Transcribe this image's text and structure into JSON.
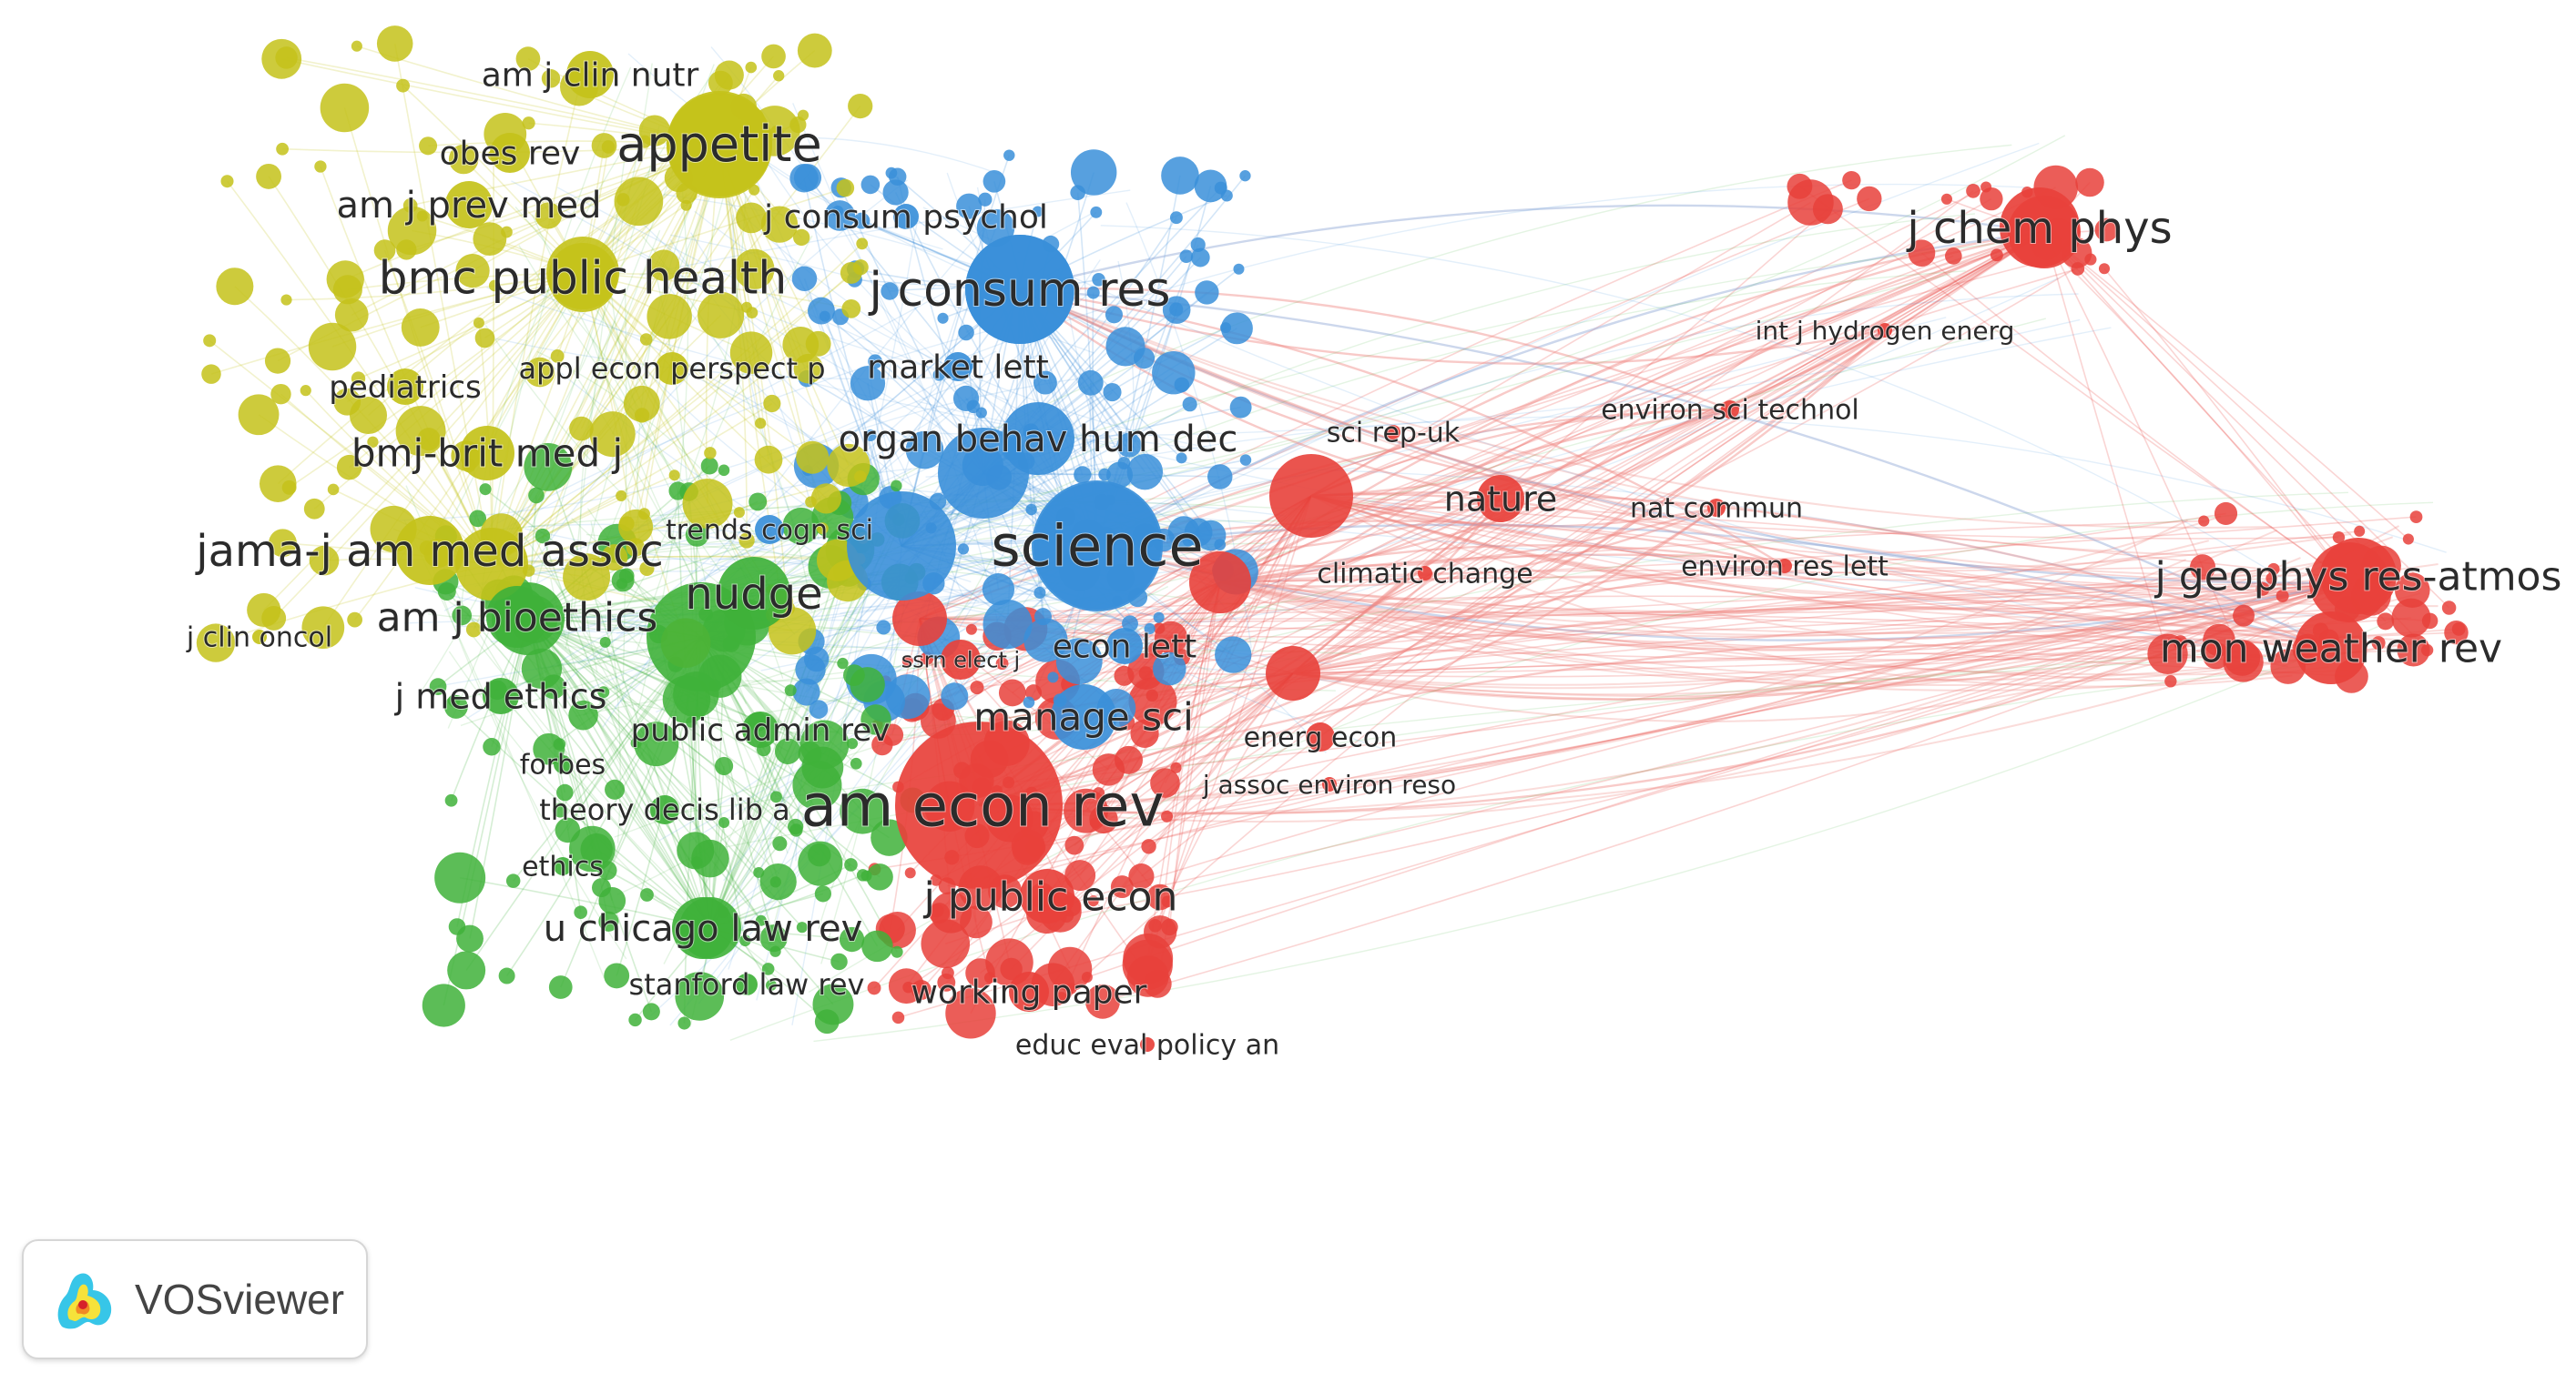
{
  "colors": {
    "cluster_red": "#e8413b",
    "cluster_green": "#3fb13a",
    "cluster_blue": "#3a8fd9",
    "cluster_yellow": "#c4c21a",
    "link_red": "#f08a86",
    "link_blue": "#8da6d4"
  },
  "logo": {
    "icon": "vosviewer-logo-icon",
    "text": "VOSviewer"
  },
  "diagram": {
    "type": "bibliometric-network",
    "nodes": [
      {
        "id": "am-econ-rev",
        "label": "am econ rev",
        "cluster": "red",
        "weight": 100
      },
      {
        "id": "j-public-econ",
        "label": "j public econ",
        "cluster": "red",
        "weight": 38
      },
      {
        "id": "working-paper",
        "label": "working paper",
        "cluster": "red",
        "weight": 24
      },
      {
        "id": "educ-eval-policy-an",
        "label": "educ eval policy an",
        "cluster": "red",
        "weight": 10
      },
      {
        "id": "energ-econ",
        "label": "energ econ",
        "cluster": "red",
        "weight": 18
      },
      {
        "id": "j-assoc-environ-reso",
        "label": "j assoc environ reso",
        "cluster": "red",
        "weight": 10
      },
      {
        "id": "nature",
        "label": "nature",
        "cluster": "red",
        "weight": 26
      },
      {
        "id": "sci-rep-uk",
        "label": "sci rep-uk",
        "cluster": "red",
        "weight": 10
      },
      {
        "id": "climatic-change",
        "label": "climatic change",
        "cluster": "red",
        "weight": 10
      },
      {
        "id": "environ-sci-technol",
        "label": "environ sci technol",
        "cluster": "red",
        "weight": 12
      },
      {
        "id": "nat-commun",
        "label": "nat commun",
        "cluster": "red",
        "weight": 12
      },
      {
        "id": "environ-res-lett",
        "label": "environ res lett",
        "cluster": "red",
        "weight": 10
      },
      {
        "id": "int-j-hydrogen-energ",
        "label": "int j hydrogen energ",
        "cluster": "red",
        "weight": 10
      },
      {
        "id": "j-chem-phys",
        "label": "j chem phys",
        "cluster": "red",
        "weight": 48
      },
      {
        "id": "j-geophys-res-atmos",
        "label": "j geophys res-atmos",
        "cluster": "red",
        "weight": 48
      },
      {
        "id": "mon-weather-rev",
        "label": "mon weather rev",
        "cluster": "red",
        "weight": 42
      },
      {
        "id": "ssrn-elect-j",
        "label": "ssrn elect j",
        "cluster": "red",
        "weight": 22
      },
      {
        "id": "science",
        "label": "science",
        "cluster": "blue",
        "weight": 80
      },
      {
        "id": "j-consum-res",
        "label": "j consum res",
        "cluster": "blue",
        "weight": 62
      },
      {
        "id": "j-consum-psychol",
        "label": "j consum psychol",
        "cluster": "blue",
        "weight": 16
      },
      {
        "id": "market-lett",
        "label": "market lett",
        "cluster": "blue",
        "weight": 18
      },
      {
        "id": "organ-behav-hum-dec",
        "label": "organ behav hum dec",
        "cluster": "blue",
        "weight": 44
      },
      {
        "id": "econ-lett",
        "label": "econ lett",
        "cluster": "blue",
        "weight": 22
      },
      {
        "id": "manage-sci",
        "label": "manage sci",
        "cluster": "blue",
        "weight": 40
      },
      {
        "id": "trends-cogn-sci",
        "label": "trends cogn sci",
        "cluster": "blue",
        "weight": 18
      },
      {
        "id": "nudge",
        "label": "nudge",
        "cluster": "green",
        "weight": 44
      },
      {
        "id": "am-j-bioethics",
        "label": "am j bioethics",
        "cluster": "green",
        "weight": 36
      },
      {
        "id": "j-med-ethics",
        "label": "j med ethics",
        "cluster": "green",
        "weight": 22
      },
      {
        "id": "public-admin-rev",
        "label": "public admin rev",
        "cluster": "green",
        "weight": 22
      },
      {
        "id": "forbes",
        "label": "forbes",
        "cluster": "green",
        "weight": 10
      },
      {
        "id": "theory-decis-lib-a",
        "label": "theory decis lib a",
        "cluster": "green",
        "weight": 18
      },
      {
        "id": "ethics",
        "label": "ethics",
        "cluster": "green",
        "weight": 10
      },
      {
        "id": "u-chicago-law-rev",
        "label": "u chicago law rev",
        "cluster": "green",
        "weight": 36
      },
      {
        "id": "stanford-law-rev",
        "label": "stanford law rev",
        "cluster": "green",
        "weight": 14
      },
      {
        "id": "appetite",
        "label": "appetite",
        "cluster": "yellow",
        "weight": 60
      },
      {
        "id": "am-j-clin-nutr",
        "label": "am j clin nutr",
        "cluster": "yellow",
        "weight": 28
      },
      {
        "id": "obes-rev",
        "label": "obes rev",
        "cluster": "yellow",
        "weight": 24
      },
      {
        "id": "am-j-prev-med",
        "label": "am j prev med",
        "cluster": "yellow",
        "weight": 30
      },
      {
        "id": "bmc-public-health",
        "label": "bmc public health",
        "cluster": "yellow",
        "weight": 40
      },
      {
        "id": "appl-econ-perspect-p",
        "label": "appl econ perspect p",
        "cluster": "yellow",
        "weight": 20
      },
      {
        "id": "pediatrics",
        "label": "pediatrics",
        "cluster": "yellow",
        "weight": 22
      },
      {
        "id": "bmj-brit-med-j",
        "label": "bmj-brit med j",
        "cluster": "yellow",
        "weight": 34
      },
      {
        "id": "jama-j-am-med-assoc",
        "label": "jama-j am med assoc",
        "cluster": "yellow",
        "weight": 40
      },
      {
        "id": "j-clin-oncol",
        "label": "j clin oncol",
        "cluster": "yellow",
        "weight": 10
      }
    ]
  }
}
